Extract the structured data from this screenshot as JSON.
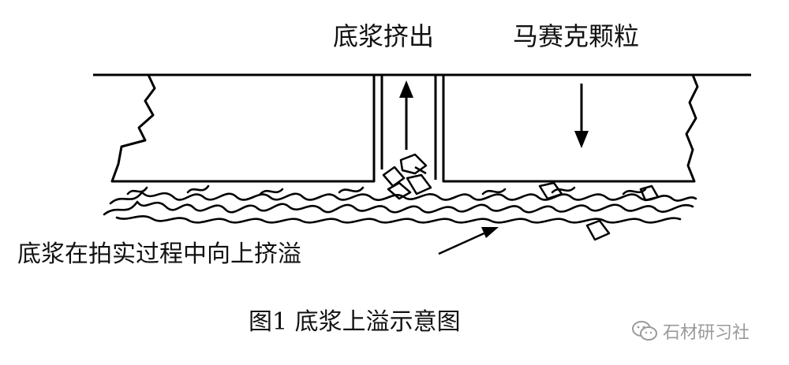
{
  "labels": {
    "grout_squeeze_out": "底浆挤出",
    "mosaic_particle": "马赛克颗粒",
    "grout_overflow_during_tamping": "底浆在拍实过程中向上挤溢"
  },
  "caption": "图1 底浆上溢示意图",
  "watermark": {
    "text": "石材研习社",
    "icon": "wechat-icon"
  },
  "colors": {
    "ink": "#000000",
    "watermark": "#9a9a9a"
  }
}
